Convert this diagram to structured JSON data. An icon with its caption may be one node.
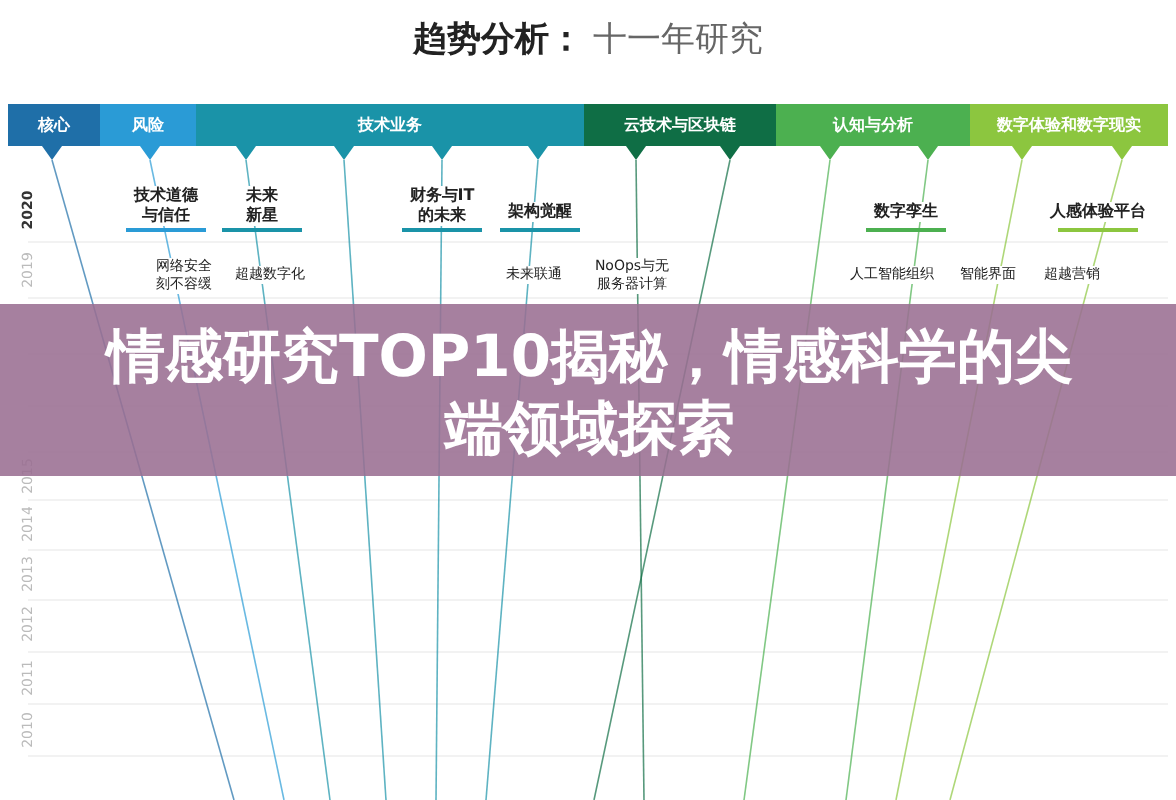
{
  "diagram": {
    "title": "**趋势分析：** 十一年研究",
    "caption": "情感研究TOP10揭秘，情感科学的尖端领域探索",
    "nodes": [
      {
        "text": [
          "核心"
        ]
      },
      {
        "text": [
          "风险"
        ]
      },
      {
        "text": [
          "技术业务"
        ]
      },
      {
        "text": [
          "云技术与区块链"
        ]
      },
      {
        "text": [
          "认知与分析"
        ]
      },
      {
        "text": [
          "数字体验和数字现实"
        ]
      }
    ],
    "labels": [
      "2020",
      "技术道德与信任",
      "未来新星",
      "财务与IT的未来",
      "架构觉醒",
      "数字孪生",
      "人感体验平台",
      "2019",
      "网络安全刻不容缓",
      "超越数字化",
      "未来联通",
      "NoOps与无服务器计算",
      "人工智能组织",
      "智能界面",
      "超越营销",
      "2015",
      "2014",
      "2013",
      "2012",
      "2011",
      "2010"
    ]
  }
}
